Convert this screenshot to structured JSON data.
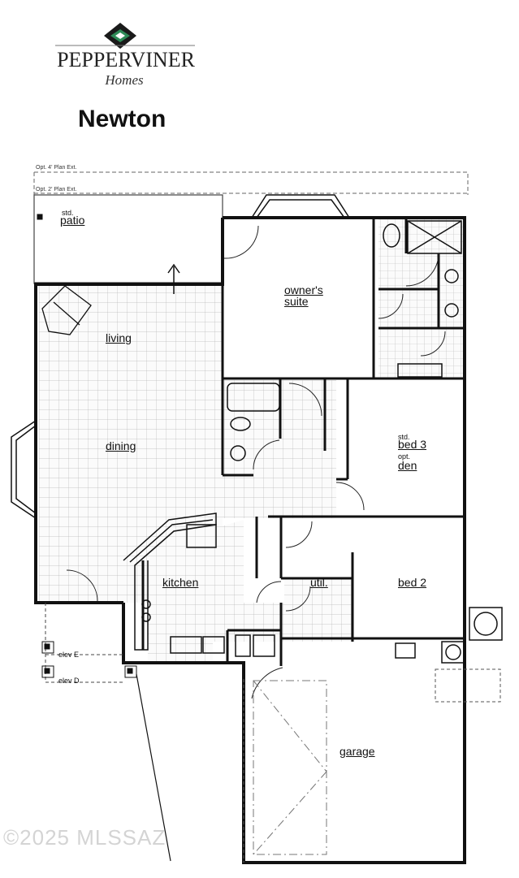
{
  "logo": {
    "brand_name": "PEPPERVINER",
    "brand_sub": "Homes",
    "emblem": "house-diamond-logo",
    "colors": {
      "emblem_dark": "#1a1a1a",
      "emblem_green": "#2e8b57"
    }
  },
  "plan_title": "Newton",
  "ext_labels": {
    "opt4": "Opt. 4' Plan Ext.",
    "opt2": "Opt. 2' Plan Ext."
  },
  "rooms": {
    "patio_std": "std.",
    "patio": "patio",
    "owners_suite_line1": "owner's",
    "owners_suite_line2": "suite",
    "living": "living",
    "dining": "dining",
    "bed3_std": "std.",
    "bed3": "bed 3",
    "bed3_opt": "opt.",
    "den": "den",
    "kitchen": "kitchen",
    "util": "util.",
    "bed2": "bed 2",
    "garage": "garage"
  },
  "elevations": {
    "elev_e": "elev E",
    "elev_d": "elev D"
  },
  "watermark": "©2025 MLSSAZ"
}
